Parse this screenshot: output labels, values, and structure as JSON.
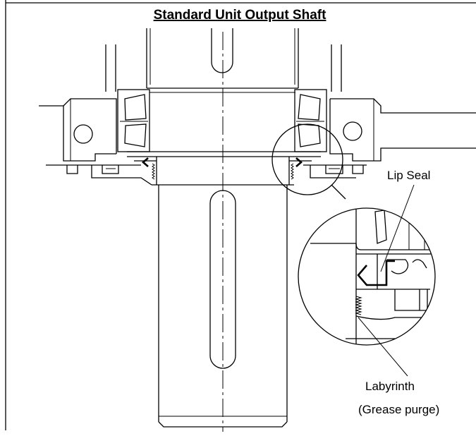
{
  "title": "Standard Unit Output Shaft",
  "callouts": {
    "lip_seal": "Lip Seal",
    "labyrinth": "Labyrinth",
    "grease_purge": "(Grease purge)"
  },
  "colors": {
    "line": "#000000",
    "background": "#ffffff"
  }
}
